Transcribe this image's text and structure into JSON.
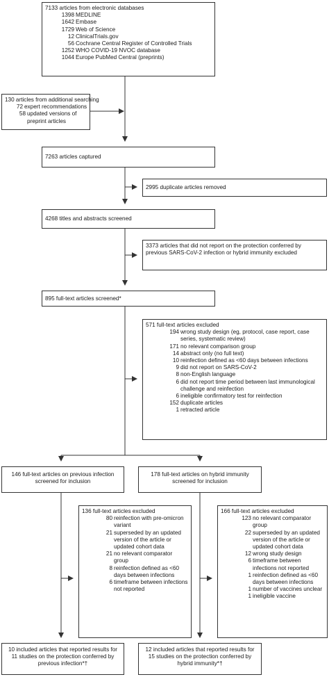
{
  "colors": {
    "stroke": "#333333",
    "text": "#1a1a1a",
    "background": "#ffffff"
  },
  "identification": {
    "title": "7133 articles from electronic databases",
    "items": [
      {
        "count": "1398",
        "label": "MEDLINE"
      },
      {
        "count": "1642",
        "label": "Embase"
      },
      {
        "count": "1729",
        "label": "Web of Science"
      },
      {
        "count": "12",
        "label": "ClinicalTrials.gov"
      },
      {
        "count": "56",
        "label": "Cochrane Central Register of Controlled Trials"
      },
      {
        "count": "1252",
        "label": "WHO COVID-19 NVOC database"
      },
      {
        "count": "1044",
        "label": "Europe PubMed Central (preprints)"
      }
    ]
  },
  "additional": {
    "title": "130 articles from additional searching",
    "items": [
      {
        "count": "72",
        "label": "expert recommendations"
      },
      {
        "count": "58",
        "label": "updated versions of preprint articles"
      }
    ]
  },
  "captured": "7263 articles captured",
  "duplicates": "2995 duplicate articles removed",
  "screened": "4268 titles and abstracts screened",
  "not_reported": "3373 articles that did not report on the protection conferred by previous SARS-CoV-2 infection or hybrid immunity excluded",
  "fulltext_screened": "895 full-text articles screened*",
  "fulltext_excluded": {
    "title": "571 full-text articles excluded",
    "items": [
      {
        "count": "194",
        "label": "wrong study design (eg, protocol, case report, case series, systematic review)"
      },
      {
        "count": "171",
        "label": "no relevant comparison group"
      },
      {
        "count": "14",
        "label": "abstract only (no full text)"
      },
      {
        "count": "10",
        "label": "reinfection defined as <60 days between infections"
      },
      {
        "count": "9",
        "label": "did not report on SARS-CoV-2"
      },
      {
        "count": "8",
        "label": "non-English language"
      },
      {
        "count": "6",
        "label": "did not report time period between last immunological challenge and reinfection"
      },
      {
        "count": "6",
        "label": "ineligible confirmatory test for reinfection"
      },
      {
        "count": "152",
        "label": "duplicate articles"
      },
      {
        "count": "1",
        "label": "retracted article"
      }
    ]
  },
  "previous_screen": "146 full-text articles on previous infection screened for inclusion",
  "hybrid_screen": "178 full-text articles on hybrid immunity screened for inclusion",
  "previous_excluded": {
    "title": "136 full-text articles excluded",
    "items": [
      {
        "count": "80",
        "label": "reinfection with pre-omicron variant"
      },
      {
        "count": "21",
        "label": "superseded by an updated version of the article or updated cohort data"
      },
      {
        "count": "21",
        "label": "no relevant comparator group"
      },
      {
        "count": "8",
        "label": "reinfection defined as <60 days between infections"
      },
      {
        "count": "6",
        "label": "timeframe between infections not reported"
      }
    ]
  },
  "hybrid_excluded": {
    "title": "166 full-text articles excluded",
    "items": [
      {
        "count": "123",
        "label": "no relevant comparator group"
      },
      {
        "count": "22",
        "label": "superseded by an updated version of the article or updated cohort data"
      },
      {
        "count": "12",
        "label": "wrong study design"
      },
      {
        "count": "6",
        "label": "timeframe between infections not reported"
      },
      {
        "count": "1",
        "label": "reinfection defined as <60 days between infections"
      },
      {
        "count": "1",
        "label": "number of vaccines unclear"
      },
      {
        "count": "1",
        "label": "ineligible vaccine"
      }
    ]
  },
  "previous_included": "10 included articles that reported results for 11 studies on the protection conferred by previous infection*†",
  "hybrid_included": "12 included articles that reported results for 15 studies on the protection conferred by hybrid immunity*†"
}
